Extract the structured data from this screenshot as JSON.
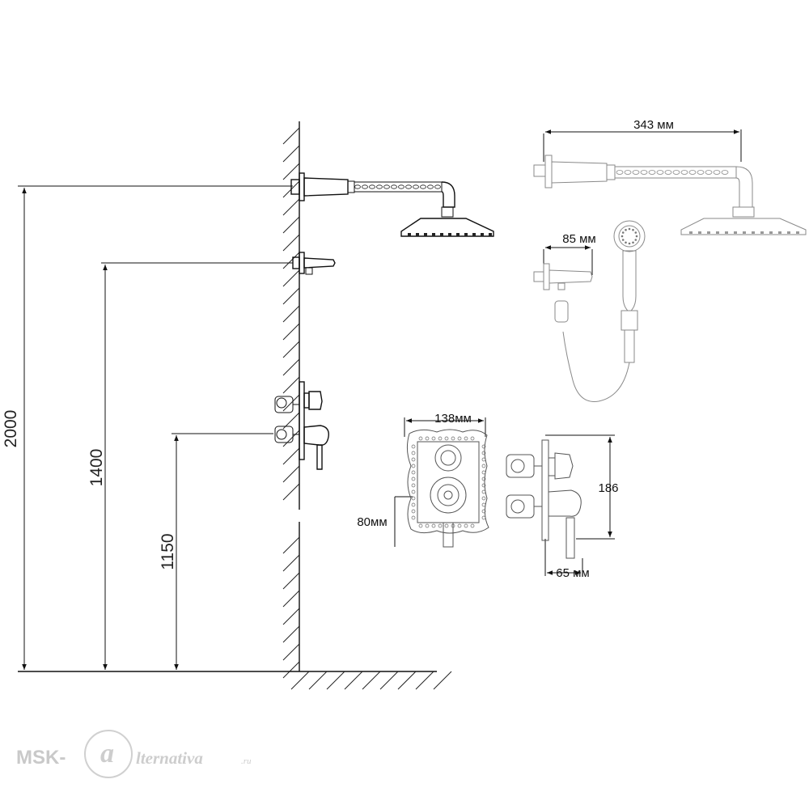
{
  "dimensions": {
    "height_rain_shower": "2000",
    "height_hand_holder": "1400",
    "height_mixer": "1150",
    "arm_length": "343 мм",
    "holder_length": "85 мм",
    "plate_width": "138мм",
    "plate_offset": "80мм",
    "mixer_height": "186",
    "mixer_depth": "65 мм"
  },
  "watermark": {
    "prefix": "MSK-",
    "letter": "a",
    "suffix": "lternativa",
    "domain": ".ru"
  }
}
